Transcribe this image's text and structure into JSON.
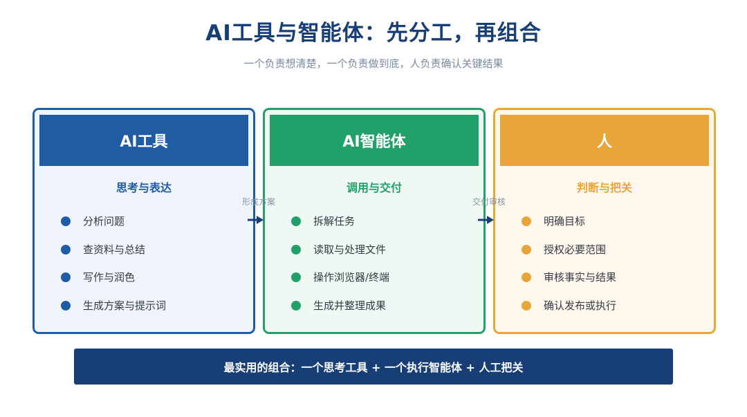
{
  "title": "AI工具与智能体：先分工，再组合",
  "subtitle": "一个负责想清楚，一个负责做到底，人负责确认关键结果",
  "columns": [
    {
      "header": "AI工具",
      "subheader": "思考与表达",
      "color": "#1f5ca3",
      "items": [
        "分析问题",
        "查资料与总结",
        "写作与润色",
        "生成方案与提示词"
      ]
    },
    {
      "header": "AI智能体",
      "subheader": "调用与交付",
      "color": "#21a06a",
      "items": [
        "拆解任务",
        "读取与处理文件",
        "操作浏览器/终端",
        "生成并整理成果"
      ]
    },
    {
      "header": "人",
      "subheader": "判断与把关",
      "color": "#e8a63a",
      "items": [
        "明确目标",
        "授权必要范围",
        "审核事实与结果",
        "确认发布或执行"
      ]
    }
  ],
  "connectors": [
    {
      "label": "形成方案",
      "icon": "arrow-right-icon"
    },
    {
      "label": "交付审核",
      "icon": "arrow-right-icon"
    }
  ],
  "banner": "最实用的组合：一个思考工具 + 一个执行智能体 + 人工把关"
}
